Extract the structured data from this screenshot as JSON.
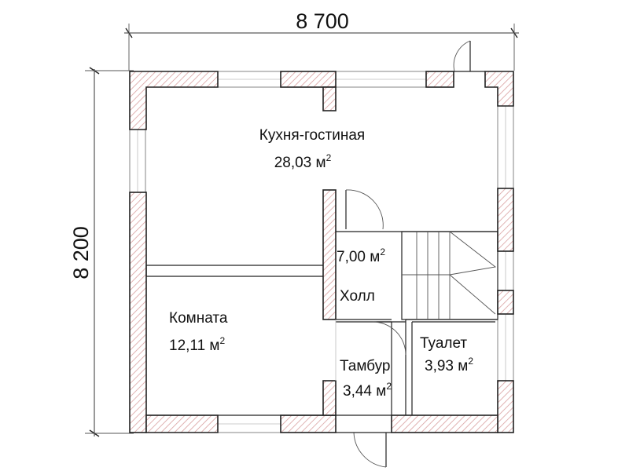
{
  "dimensions": {
    "width": "8 700",
    "height": "8 200"
  },
  "rooms": [
    {
      "id": "kitchen",
      "name": "Кухня-гостиная",
      "area": "28,03 м",
      "sup": "2"
    },
    {
      "id": "hall",
      "name": "Холл",
      "area": "7,00 м",
      "sup": "2"
    },
    {
      "id": "room",
      "name": "Комната",
      "area": "12,11 м",
      "sup": "2"
    },
    {
      "id": "vestibule",
      "name": "Тамбур",
      "area": "3,44 м",
      "sup": "2"
    },
    {
      "id": "toilet",
      "name": "Туалет",
      "area": "3,93 м",
      "sup": "2"
    }
  ],
  "colors": {
    "wall_hatch": "#d9a0a0",
    "line": "#222222"
  }
}
